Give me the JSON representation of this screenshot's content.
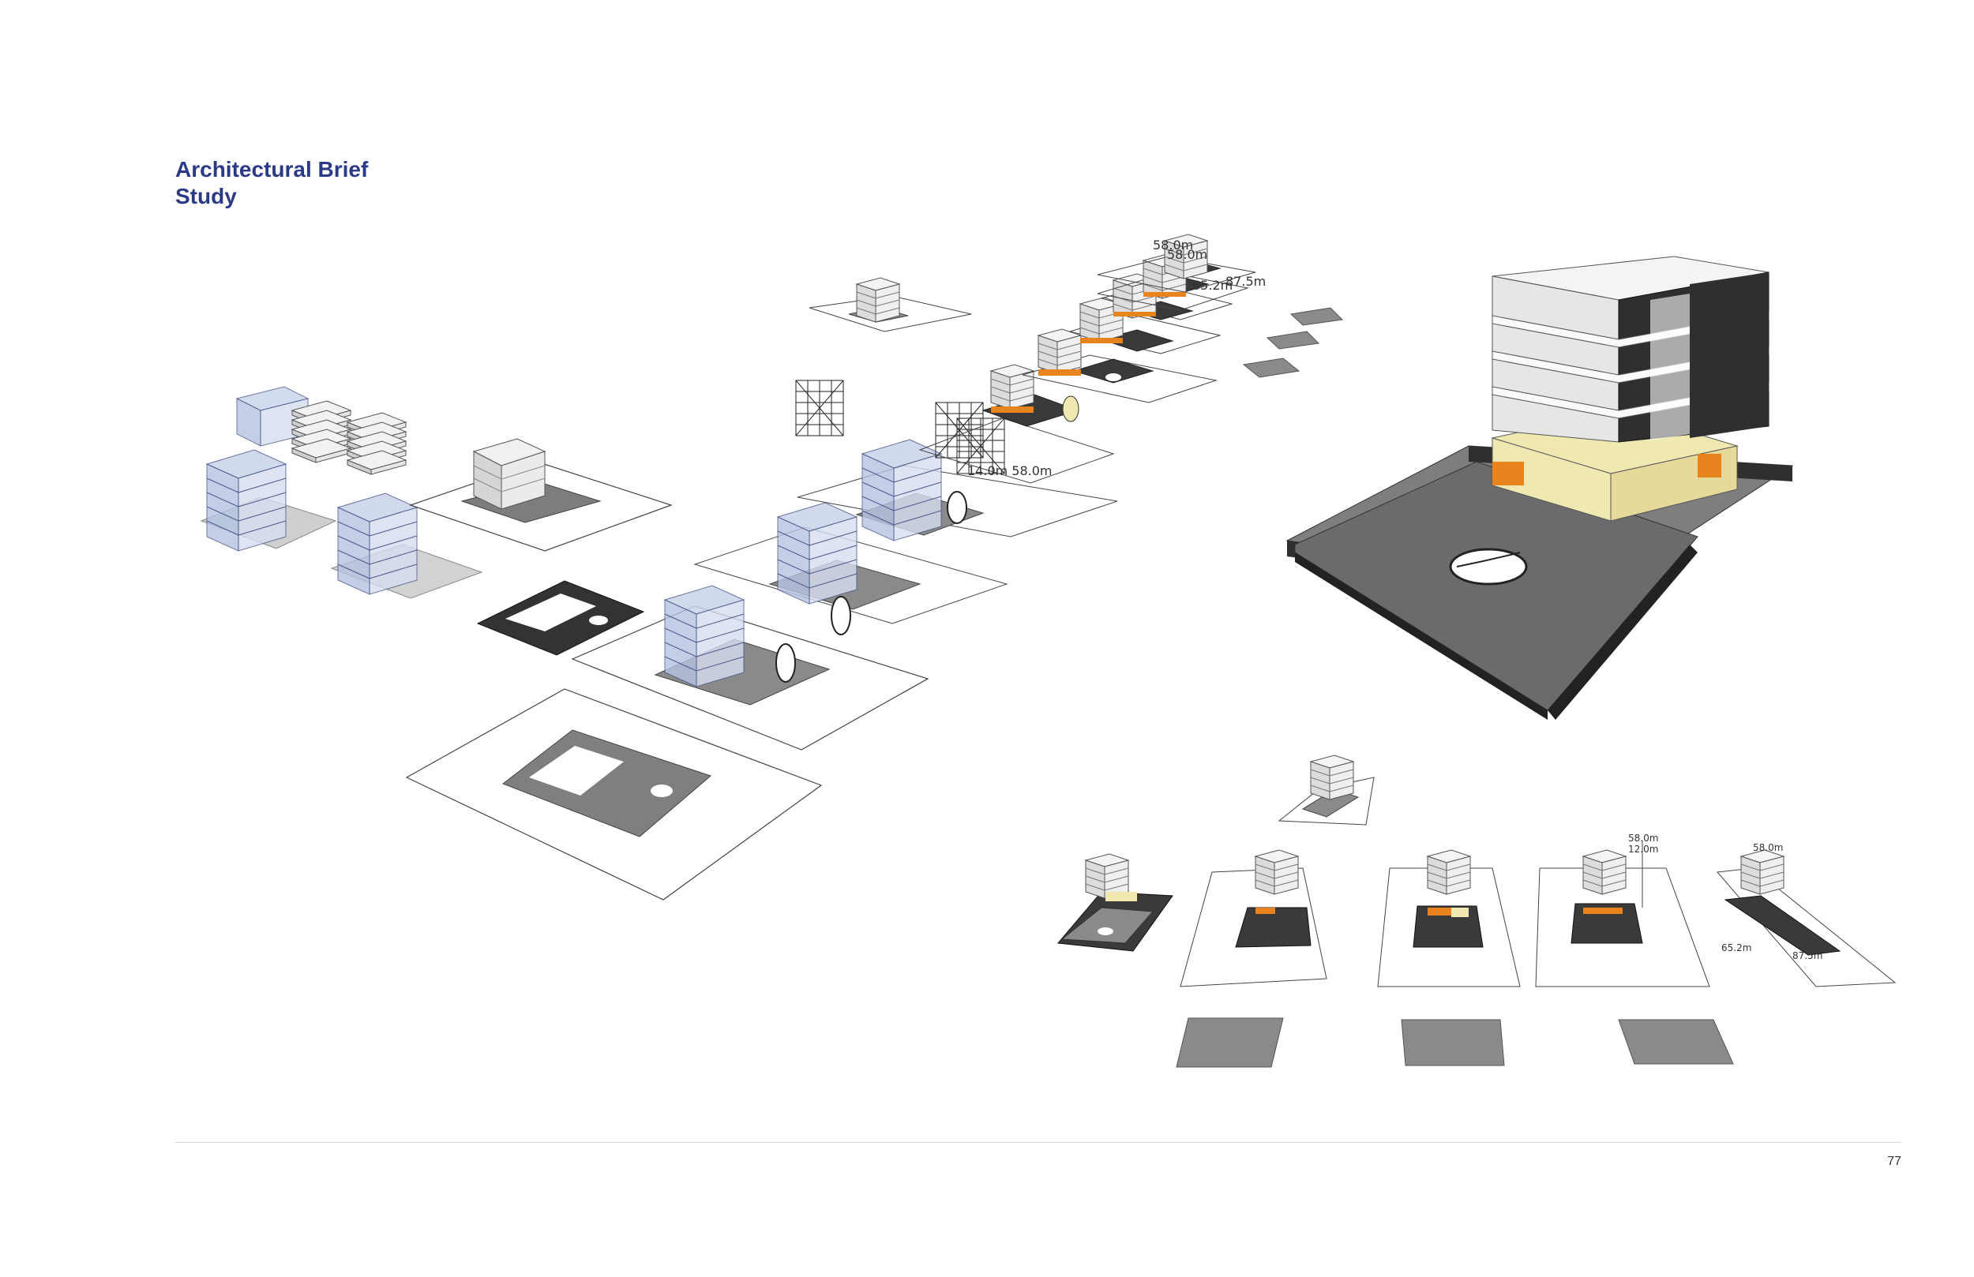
{
  "title": {
    "line1": "Architectural Brief",
    "line2": "Study"
  },
  "page_number": "77",
  "colors": {
    "title": "#2b3a86",
    "accent_orange": "#e8831e",
    "accent_yellow": "#efe8b0",
    "dark_base": "#3a3a3a",
    "mid_grey": "#8a8a8a"
  },
  "dimension_labels": {
    "a58": "58.0m",
    "a12": "12.0m",
    "b58a": "58.0m",
    "b58b": "58.0m",
    "b65": "65.2m",
    "b87": "87.5m",
    "c875": "87.5m",
    "c652": "65.2m",
    "c58": "58.0m",
    "d": "14.0m 58.0m"
  }
}
